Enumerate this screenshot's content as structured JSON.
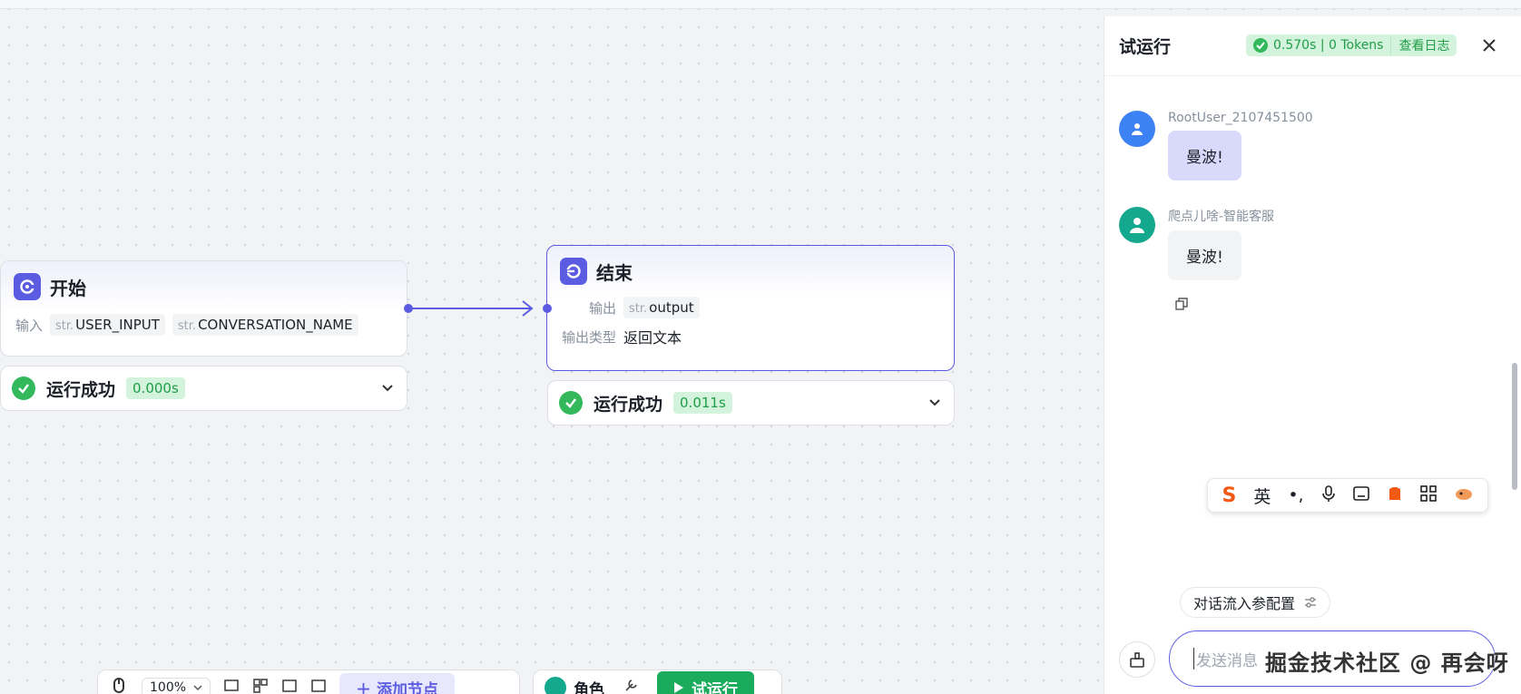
{
  "start_node": {
    "title": "开始",
    "input_label": "输入",
    "inputs": [
      {
        "type": "str.",
        "name": "USER_INPUT"
      },
      {
        "type": "str.",
        "name": "CONVERSATION_NAME"
      }
    ],
    "status": "运行成功",
    "time": "0.000s"
  },
  "end_node": {
    "title": "结束",
    "output_label": "输出",
    "output": {
      "type": "str.",
      "name": "output"
    },
    "output_type_label": "输出类型",
    "output_type": "返回文本",
    "status": "运行成功",
    "time": "0.011s"
  },
  "toolbar": {
    "zoom": "100%",
    "add_node": "添加节点",
    "role": "角色",
    "run": "试运行"
  },
  "panel": {
    "title": "试运行",
    "stats": "0.570s | 0 Tokens",
    "view_log": "查看日志"
  },
  "messages": [
    {
      "sender": "RootUser_2107451500",
      "text": "曼波!",
      "role": "user"
    },
    {
      "sender": "爬点儿啥-智能客服",
      "text": "曼波!",
      "role": "bot"
    }
  ],
  "ime": {
    "lang": "英",
    "punct": "•,"
  },
  "chat": {
    "param_config": "对话流入参配置",
    "placeholder": "发送消息"
  },
  "watermark": "掘金技术社区 @ 再会呀",
  "colors": {
    "accent": "#5b5ce2",
    "success": "#33b95b",
    "run_button": "#1bab5d"
  }
}
